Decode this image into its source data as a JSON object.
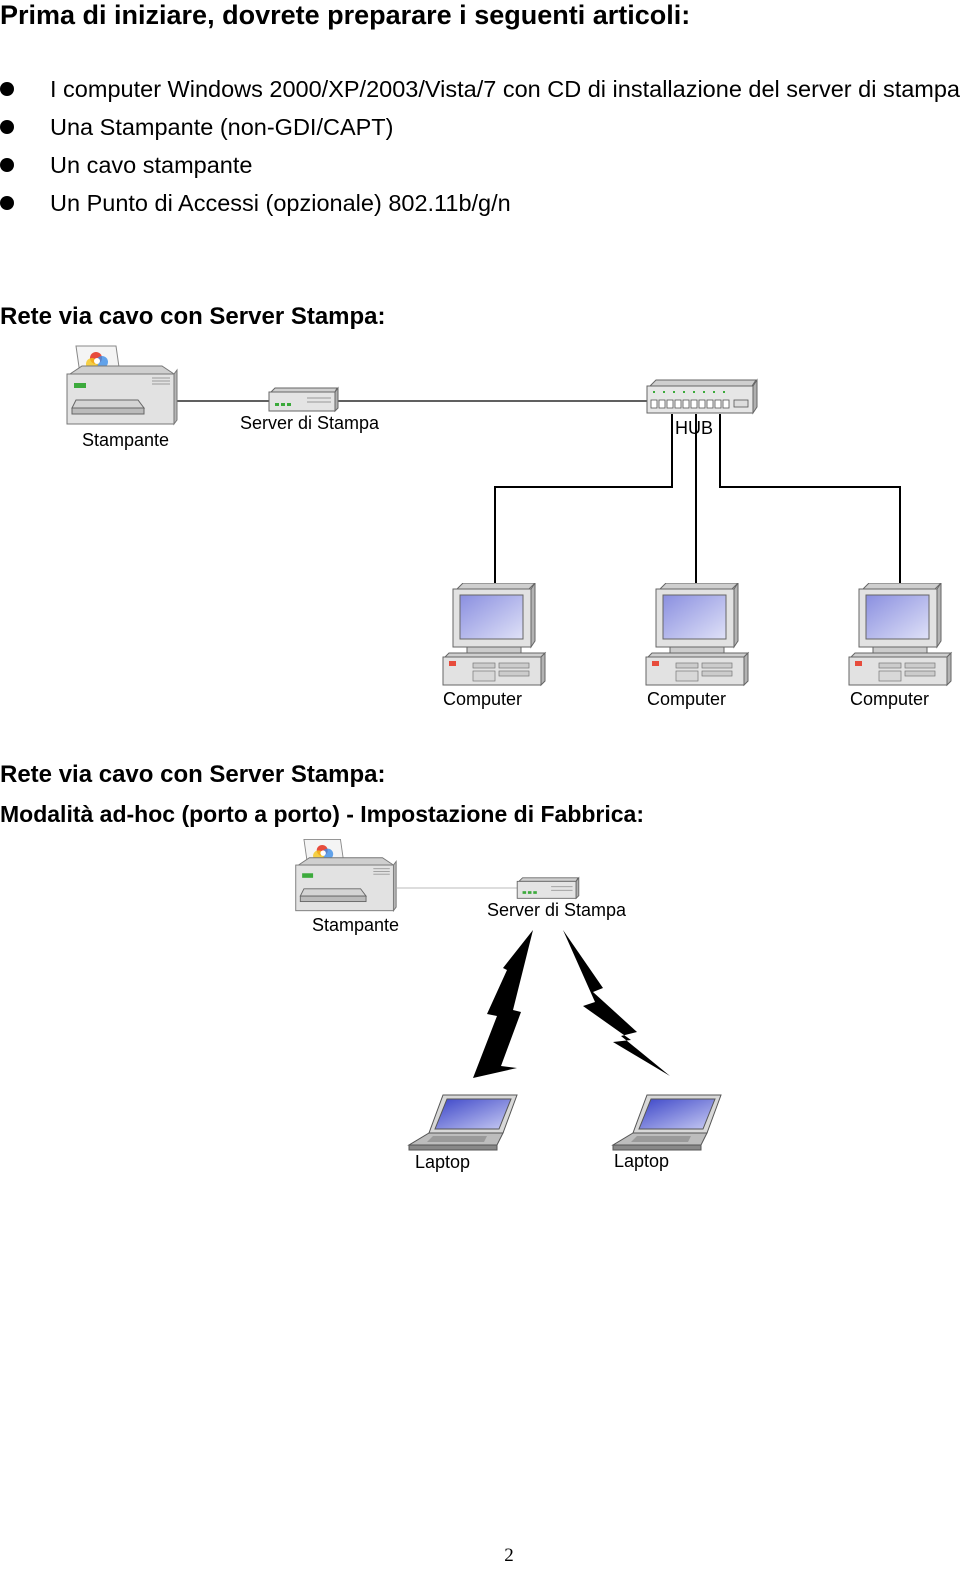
{
  "heading": "Prima di iniziare, dovrete preparare i seguenti articoli:",
  "items": [
    "I computer Windows 2000/XP/2003/Vista/7 con CD di installazione del server di stampa",
    "Una Stampante (non-GDI/CAPT)",
    "Un cavo stampante",
    "Un Punto di Accessi (opzionale) 802.11b/g/n"
  ],
  "section1": {
    "title": "Rete via cavo con Server Stampa:",
    "labels": {
      "printer": "Stampante",
      "print_server": "Server di Stampa",
      "hub": "HUB",
      "computers": [
        "Computer",
        "Computer",
        "Computer"
      ]
    }
  },
  "section2": {
    "title": "Rete via cavo con Server Stampa:",
    "subtitle": "Modalità ad-hoc (porto a porto) - Impostazione di Fabbrica:",
    "labels": {
      "printer": "Stampante",
      "print_server": "Server di Stampa",
      "laptops": [
        "Laptop",
        "Laptop"
      ]
    }
  },
  "page_number": "2"
}
